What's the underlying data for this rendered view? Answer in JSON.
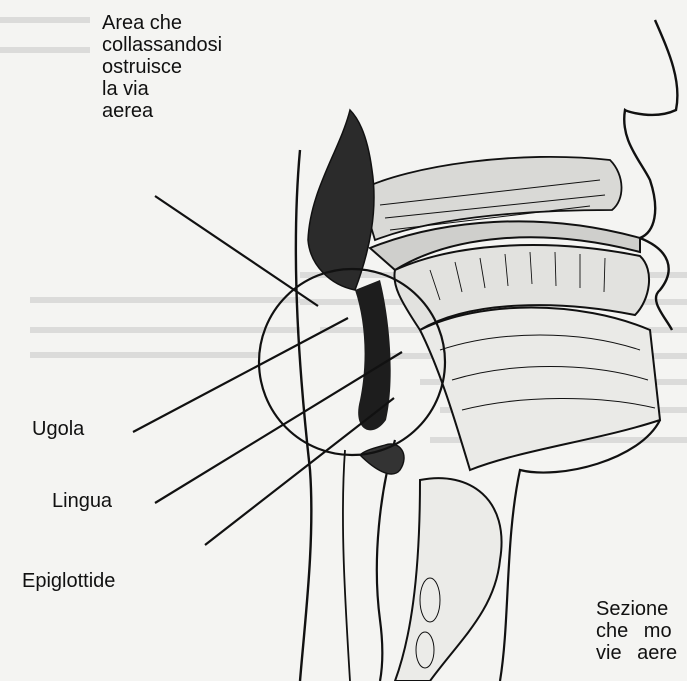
{
  "labels": {
    "area": "Area che\ncollassandosi\nostruisce\nla via\naerea",
    "ugola": "Ugola",
    "lingua": "Lingua",
    "epiglottide": "Epiglottide",
    "caption": "Sezione\nche mo\nvie aere"
  },
  "colors": {
    "ink": "#111111",
    "paper": "#f4f4f2",
    "bleed_text": "#bdbdbd"
  }
}
